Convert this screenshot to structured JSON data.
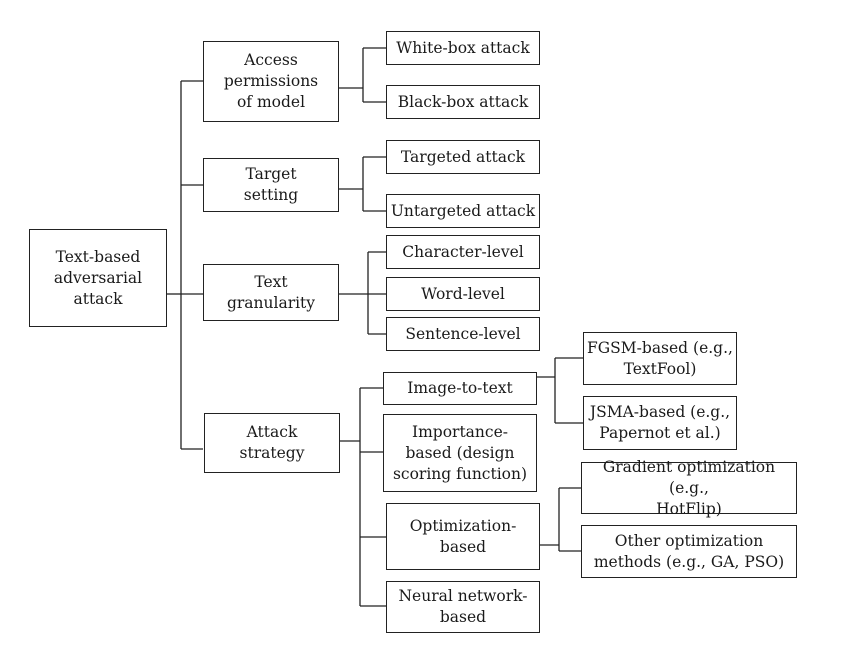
{
  "diagram": {
    "root": {
      "label": "Text-based\nadversarial\nattack"
    },
    "categories": [
      {
        "label": "Access\npermissions\nof model"
      },
      {
        "label": "Target\nsetting"
      },
      {
        "label": "Text\ngranularity"
      },
      {
        "label": "Attack\nstrategy"
      }
    ],
    "leaves": {
      "access": [
        {
          "label": "White-box attack"
        },
        {
          "label": "Black-box attack"
        }
      ],
      "target": [
        {
          "label": "Targeted attack"
        },
        {
          "label": "Untargeted attack"
        }
      ],
      "granularity": [
        {
          "label": "Character-level"
        },
        {
          "label": "Word-level"
        },
        {
          "label": "Sentence-level"
        }
      ],
      "strategy": [
        {
          "label": "Image-to-text"
        },
        {
          "label": "Importance-\nbased (design\nscoring function)"
        },
        {
          "label": "Optimization-\nbased"
        },
        {
          "label": "Neural network-\nbased"
        }
      ]
    },
    "sub_leaves": {
      "image_to_text": [
        {
          "label": "FGSM-based (e.g.,\nTextFool)"
        },
        {
          "label": "JSMA-based (e.g.,\nPapernot et al.)"
        }
      ],
      "optimization": [
        {
          "label": "Gradient optimization (e.g.,\nHotFlip)"
        },
        {
          "label": "Other optimization\nmethods (e.g., GA, PSO)"
        }
      ]
    }
  }
}
